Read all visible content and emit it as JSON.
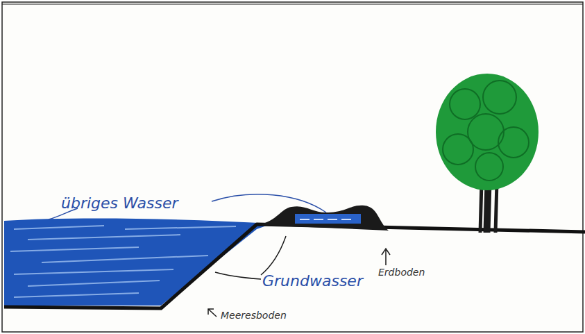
{
  "diagram": {
    "labels": [
      "übriges Wasser",
      "Erdboden",
      "Grundwasser",
      "Meeresboden"
    ]
  }
}
